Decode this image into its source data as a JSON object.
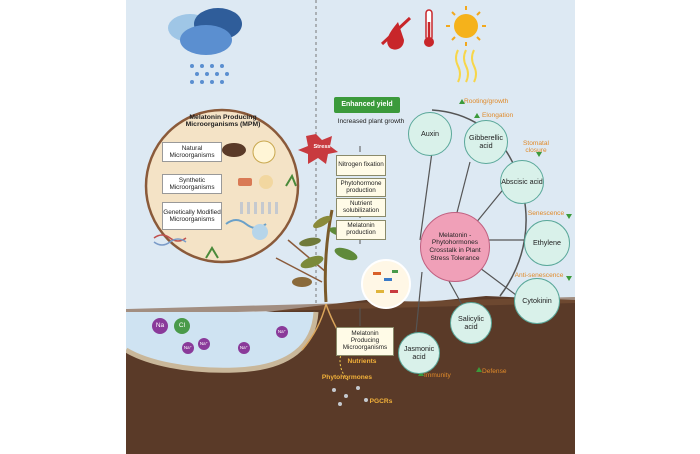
{
  "left_panel": {
    "mpm_title": "Melatonin Producing Microorganisms (MPM)",
    "items": [
      "Natural Microorganisms",
      "Synthetic Microorganisms",
      "Genetically Modified Microorganisms"
    ],
    "ions": [
      "Na",
      "Cl",
      "Na⁺",
      "Na⁺",
      "Na⁺",
      "Na⁺"
    ]
  },
  "center": {
    "stress": "Stress",
    "enhanced_yield": "Enhanced yield",
    "increased_growth": "Increased plant growth",
    "steps": [
      "Nitrogen fixation",
      "Phytohormone production",
      "Nutrient solubilization",
      "Melatonin production"
    ],
    "mpm_soil": "Melatonin Producing Microorganisms",
    "nutrients": "Nutrients",
    "phytohormones": "Phytohormones",
    "pgcrs": "PGCRs"
  },
  "right_panel": {
    "center_label": "Melatonin - Phytohormones Crosstalk in Plant Stress Tolerance",
    "hormones": [
      "Auxin",
      "Gibberellic acid",
      "Abscisic acid",
      "Ethylene",
      "Cytokinin",
      "Salicylic acid",
      "Jasmonic acid"
    ],
    "effects": {
      "rooting": "Rooting/growth",
      "elongation": "Elongation",
      "stomatal": "Stomatal closure",
      "senescence": "Senescence",
      "anti_senescence": "Anti-senescence",
      "defense": "Defense",
      "immunity": "Immunity"
    }
  },
  "colors": {
    "sky": "#dde9f3",
    "soil": "#5a3a28",
    "water": "#cfe3f2",
    "hormone_fill": "#d9f1ea",
    "center_fill": "#f0a0b8",
    "enhanced": "#3b9a3b",
    "accent_orange": "#e08a2a"
  }
}
